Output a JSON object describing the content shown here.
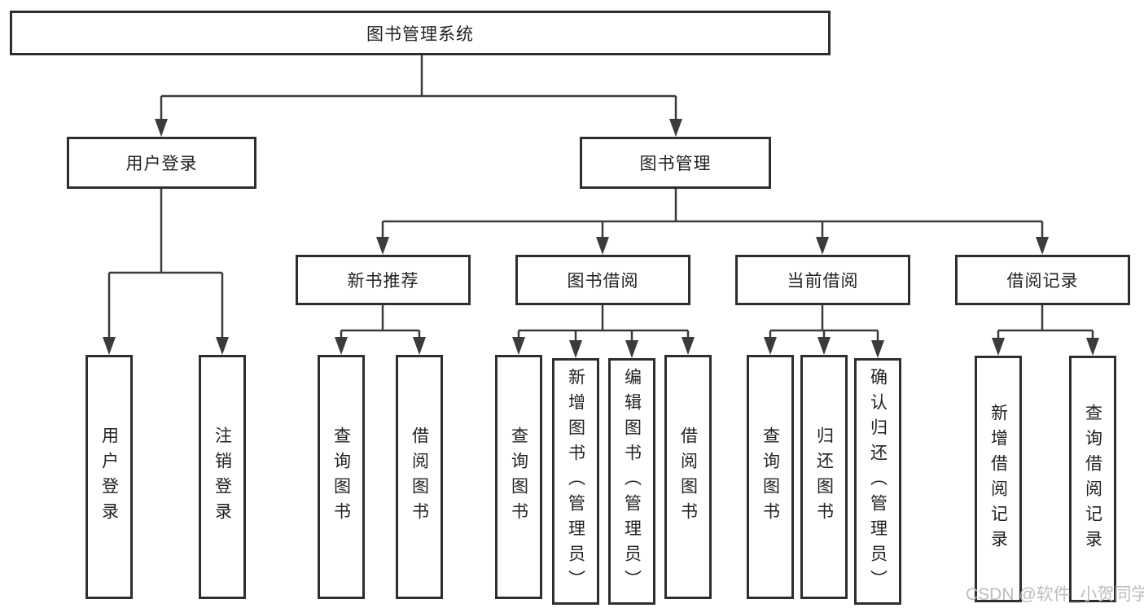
{
  "colors": {
    "border": "#2e2e2e",
    "line": "#3b3b3b",
    "text": "#222222",
    "watermark": "#bdbdbd",
    "background": "#ffffff"
  },
  "watermark": {
    "text": "CSDN @软件_小贺同学"
  },
  "tree": {
    "root": {
      "label": "图书管理系统",
      "children": [
        {
          "label": "用户登录",
          "children": [
            {
              "label": "用户登录"
            },
            {
              "label": "注销登录"
            }
          ]
        },
        {
          "label": "图书管理",
          "children": [
            {
              "label": "新书推荐",
              "children": [
                {
                  "label": "查询图书"
                },
                {
                  "label": "借阅图书"
                }
              ]
            },
            {
              "label": "图书借阅",
              "children": [
                {
                  "label": "查询图书"
                },
                {
                  "label": "新增图书（管理员）"
                },
                {
                  "label": "编辑图书（管理员）"
                },
                {
                  "label": "借阅图书"
                }
              ]
            },
            {
              "label": "当前借阅",
              "children": [
                {
                  "label": "查询图书"
                },
                {
                  "label": "归还图书"
                },
                {
                  "label": "确认归还（管理员）"
                }
              ]
            },
            {
              "label": "借阅记录",
              "children": [
                {
                  "label": "新增借阅记录"
                },
                {
                  "label": "查询借阅记录"
                }
              ]
            }
          ]
        }
      ]
    }
  }
}
